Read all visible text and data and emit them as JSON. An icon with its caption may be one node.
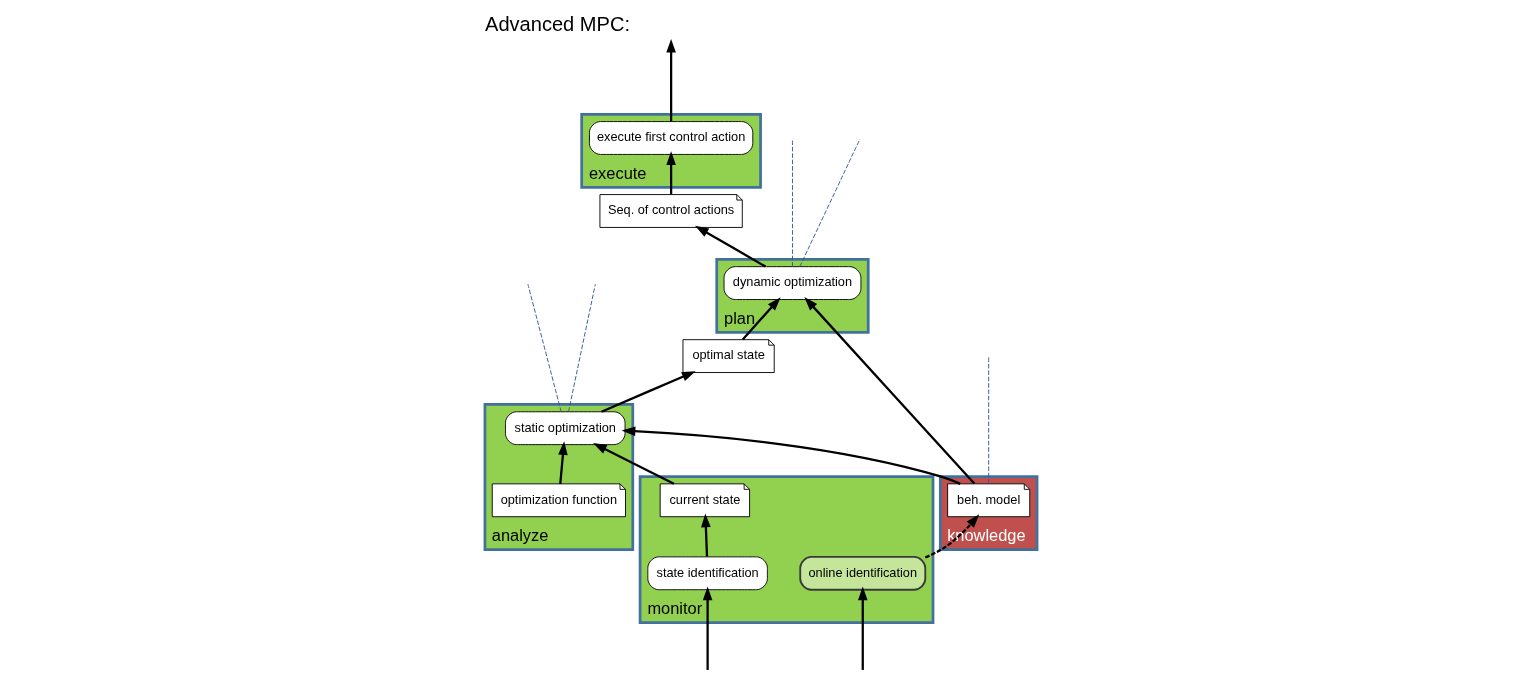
{
  "diagram": {
    "title": "Advanced MPC:",
    "nodes": [
      {
        "text": [
          "analyze"
        ]
      },
      {
        "text": [
          "optimization function"
        ],
        "in": 0
      },
      {
        "text": [
          "static optimization"
        ],
        "in": 0
      },
      {
        "text": [
          "optimal state"
        ]
      },
      {
        "text": [
          "plan"
        ]
      },
      {
        "text": [
          "dynamic optimization"
        ],
        "in": 4
      },
      {
        "text": [
          "Seq. of control actions"
        ]
      },
      {
        "text": [
          "monitor"
        ]
      },
      {
        "text": [
          "current state"
        ],
        "in": 7
      },
      {
        "text": [
          "state identification"
        ],
        "in": 7
      },
      {
        "text": [
          "online identification"
        ],
        "in": 7
      },
      {
        "text": [
          "knowledge"
        ]
      },
      {
        "text": [
          "beh. model"
        ],
        "in": 11
      },
      {
        "text": [
          "execute"
        ]
      },
      {
        "text": [
          "execute first control action"
        ],
        "in": 13
      }
    ],
    "edges": [
      {
        "from": 1,
        "to": 2,
        "arrow": "to"
      },
      {
        "from": 2,
        "to": 3,
        "arrow": "to"
      },
      {
        "from": 3,
        "to": 5,
        "arrow": "to"
      },
      {
        "from": 5,
        "to": 6,
        "arrow": "to"
      },
      {
        "from": 6,
        "to": 14,
        "arrow": "to"
      },
      {
        "from": 14,
        "to": null,
        "arrow": "to"
      },
      {
        "from": null,
        "to": 9,
        "arrow": "to"
      },
      {
        "from": null,
        "to": 10,
        "arrow": "to"
      },
      {
        "from": 9,
        "to": 8,
        "arrow": "to"
      },
      {
        "from": 8,
        "to": 2,
        "arrow": "to"
      },
      {
        "from": 12,
        "to": 2,
        "arrow": "to"
      },
      {
        "from": 12,
        "to": 5,
        "arrow": "to"
      },
      {
        "from": 10,
        "to": 12,
        "arrow": "to",
        "style": "dashed"
      },
      {
        "from": 2,
        "to": null,
        "arrow": "none",
        "style": "dashed",
        "color": "#2f5597"
      },
      {
        "from": 2,
        "to": null,
        "arrow": "none",
        "style": "dashed",
        "color": "#2f5597"
      },
      {
        "from": 5,
        "to": null,
        "arrow": "none",
        "style": "dashed",
        "color": "#2f5597"
      },
      {
        "from": 5,
        "to": null,
        "arrow": "none",
        "style": "dashed",
        "color": "#2f5597"
      },
      {
        "from": 12,
        "to": null,
        "arrow": "none",
        "style": "dashed",
        "color": "#2f5597"
      }
    ]
  }
}
